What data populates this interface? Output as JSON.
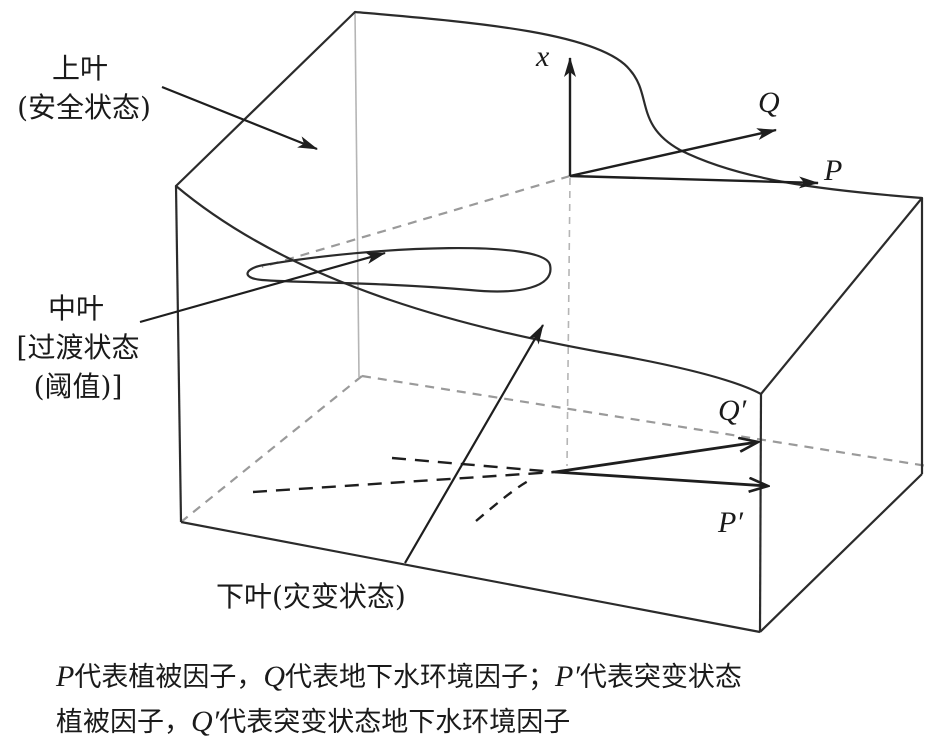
{
  "labels": {
    "upper_title": "上叶",
    "upper_state": "(安全状态)",
    "middle_title": "中叶",
    "middle_state": "[过渡状态",
    "middle_threshold": "(阈值)]",
    "lower": "下叶(灾变状态)"
  },
  "axes": {
    "x": "x",
    "q": "Q",
    "p": "P",
    "q_prime": "Q′",
    "p_prime": "P′"
  },
  "caption": {
    "line1": [
      {
        "sym": "P"
      },
      {
        "text": "代表植被因子，"
      },
      {
        "sym": "Q"
      },
      {
        "text": "代表地下水环境因子；"
      },
      {
        "sym": "P′"
      },
      {
        "text": "代表突变状态"
      }
    ],
    "line2": [
      {
        "text": "植被因子，"
      },
      {
        "sym": "Q′"
      },
      {
        "text": "代表突变状态地下水环境因子"
      }
    ]
  },
  "colors": {
    "line": "#2b2b2b",
    "hidden_edge": "#9a9a9a",
    "text": "#1a1a1a"
  }
}
